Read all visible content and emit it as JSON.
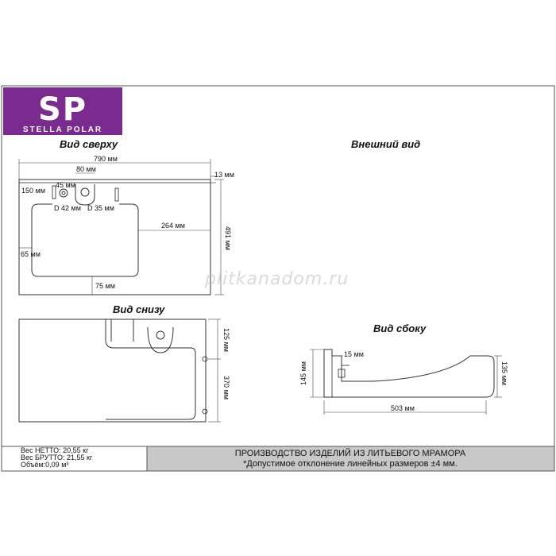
{
  "logo": {
    "monogram": "SP",
    "wordmark": "STELLA POLAR",
    "bg_color": "#7b2a8f"
  },
  "views": {
    "top": "Вид сверху",
    "external": "Внешний вид",
    "bottom": "Вид снизу",
    "side": "Вид сбоку"
  },
  "dims_top": {
    "width": "790 мм",
    "tap_spacing": "80 мм",
    "thickness": "13 мм",
    "left_offset": "150 мм",
    "hole_offset": "45 мм",
    "hole_d1": "D 42 мм",
    "hole_d2": "D 35 мм",
    "right_offset": "264 мм",
    "depth": "491 мм",
    "left_margin": "65 мм",
    "front_margin": "75 мм"
  },
  "dims_bottom": {
    "upper": "125 мм",
    "lower": "370 мм"
  },
  "dims_side": {
    "height_left": "145 мм",
    "inset": "15 мм",
    "height_right": "135 мм",
    "length": "503 мм"
  },
  "specs": {
    "net": "Вес НЕТТО: 20,55 кг",
    "gross": "Вес БРУТТО: 21,55 кг",
    "volume": "Объём:0,09 м³"
  },
  "banner": {
    "line1": "ПРОИЗВОДСТВО ИЗДЕЛИЙ ИЗ ЛИТЬЕВОГО МРАМОРА",
    "line2": "*Допустимое отклонение линейных размеров ±4 мм.",
    "bg_color": "#c8c8c8"
  },
  "watermark": "plitkanadom.ru"
}
